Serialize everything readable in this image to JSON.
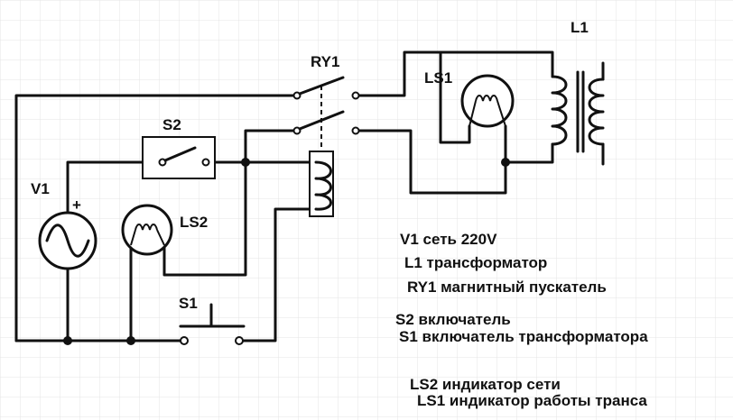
{
  "components": {
    "v1": "V1",
    "l1": "L1",
    "ry1": "RY1",
    "ls1": "LS1",
    "ls2": "LS2",
    "s1": "S1",
    "s2": "S2",
    "plus": "+"
  },
  "legend": [
    "V1 сеть 220V",
    "L1 трансформатор",
    "RY1 магнитный пускатель",
    "S2 включатель",
    "S1 включатель трансформатора",
    "LS2 индикатор сети",
    "LS1 индикатор работы транса"
  ]
}
